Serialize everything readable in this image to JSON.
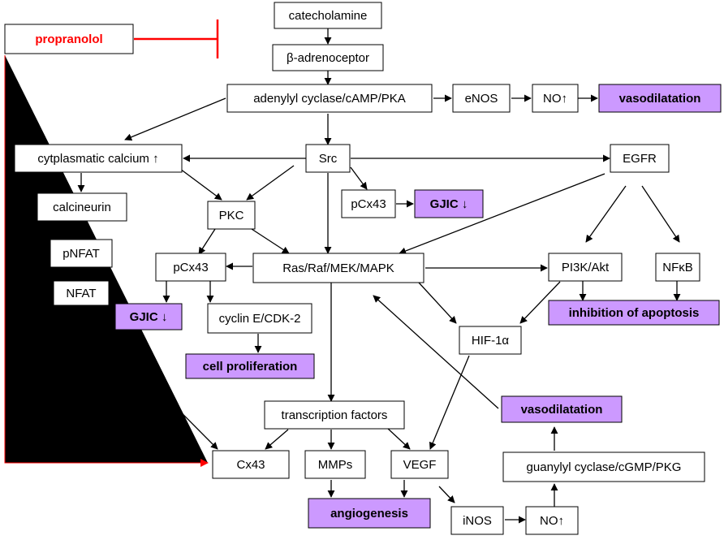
{
  "colors": {
    "outcome_fill": "#cc99ff",
    "drug_text": "#ff0000",
    "inhibition_line": "#ff0000",
    "box_fill": "#ffffff"
  },
  "nodes": {
    "propranolol": "propranolol",
    "catecholamine": "catecholamine",
    "beta_adrenoceptor": "β-adrenoceptor",
    "adenylyl_cyclase": "adenylyl cyclase/cAMP/PKA",
    "enos": "eNOS",
    "no_top": "NO↑",
    "vasodilatation_top": "vasodilatation",
    "cyt_calcium": "cytplasmatic calcium ↑",
    "src": "Src",
    "egfr": "EGFR",
    "calcineurin": "calcineurin",
    "pkc": "PKC",
    "pcx43_right": "pCx43",
    "gjic_right": "GJIC ↓",
    "pnfat": "pNFAT",
    "pcx43_left": "pCx43",
    "ras": "Ras/Raf/MEK/MAPK",
    "pi3k": "PI3K/Akt",
    "nfkb": "NFκB",
    "nfat": "NFAT",
    "gjic_left": "GJIC ↓",
    "cyclin": "cyclin E/CDK-2",
    "inhibition_apoptosis": "inhibition of apoptosis",
    "hif": "HIF-1α",
    "cell_proliferation": "cell proliferation",
    "transcription": "transcription factors",
    "vasodilatation_bottom": "vasodilatation",
    "cx43": "Cx43",
    "mmps": "MMPs",
    "vegf": "VEGF",
    "guanylyl": "guanylyl cyclase/cGMP/PKG",
    "angiogenesis": "angiogenesis",
    "inos": "iNOS",
    "no_bottom": "NO↑"
  }
}
